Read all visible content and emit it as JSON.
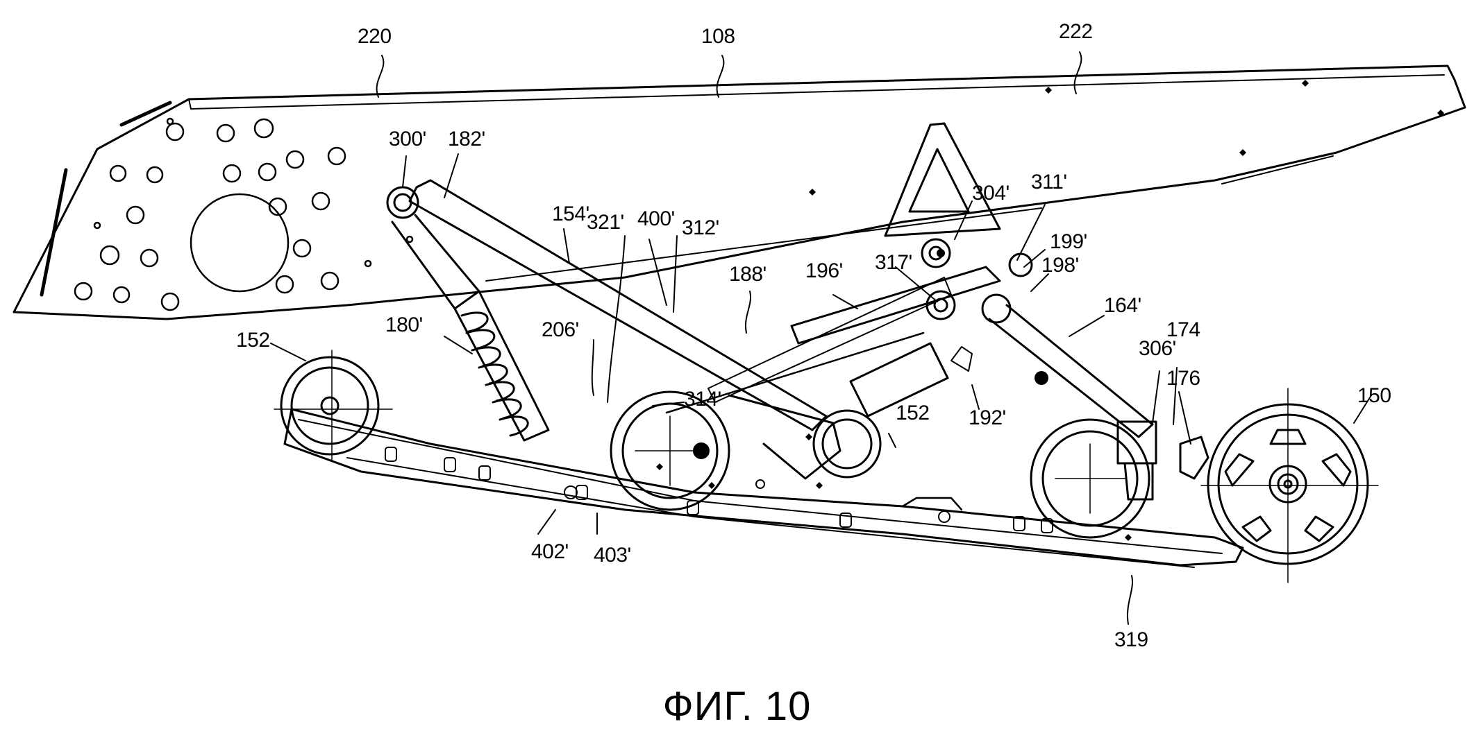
{
  "figure": {
    "caption": "ФИГ. 10",
    "labels": {
      "l220": "220",
      "l108": "108",
      "l222": "222",
      "l300p": "300'",
      "l182p": "182'",
      "l154p": "154'",
      "l321p": "321'",
      "l400p": "400'",
      "l312p": "312'",
      "l304p": "304'",
      "l311p": "311'",
      "l199p": "199'",
      "l317p": "317'",
      "l196p": "196'",
      "l188p": "188'",
      "l198p": "198'",
      "l164p": "164'",
      "l180p": "180'",
      "l206p": "206'",
      "l152a": "152",
      "l152b": "152",
      "l314p": "314'",
      "l192p": "192'",
      "l306p": "306'",
      "l174": "174",
      "l176": "176",
      "l150": "150",
      "l402p": "402'",
      "l403p": "403'",
      "l319": "319"
    }
  }
}
